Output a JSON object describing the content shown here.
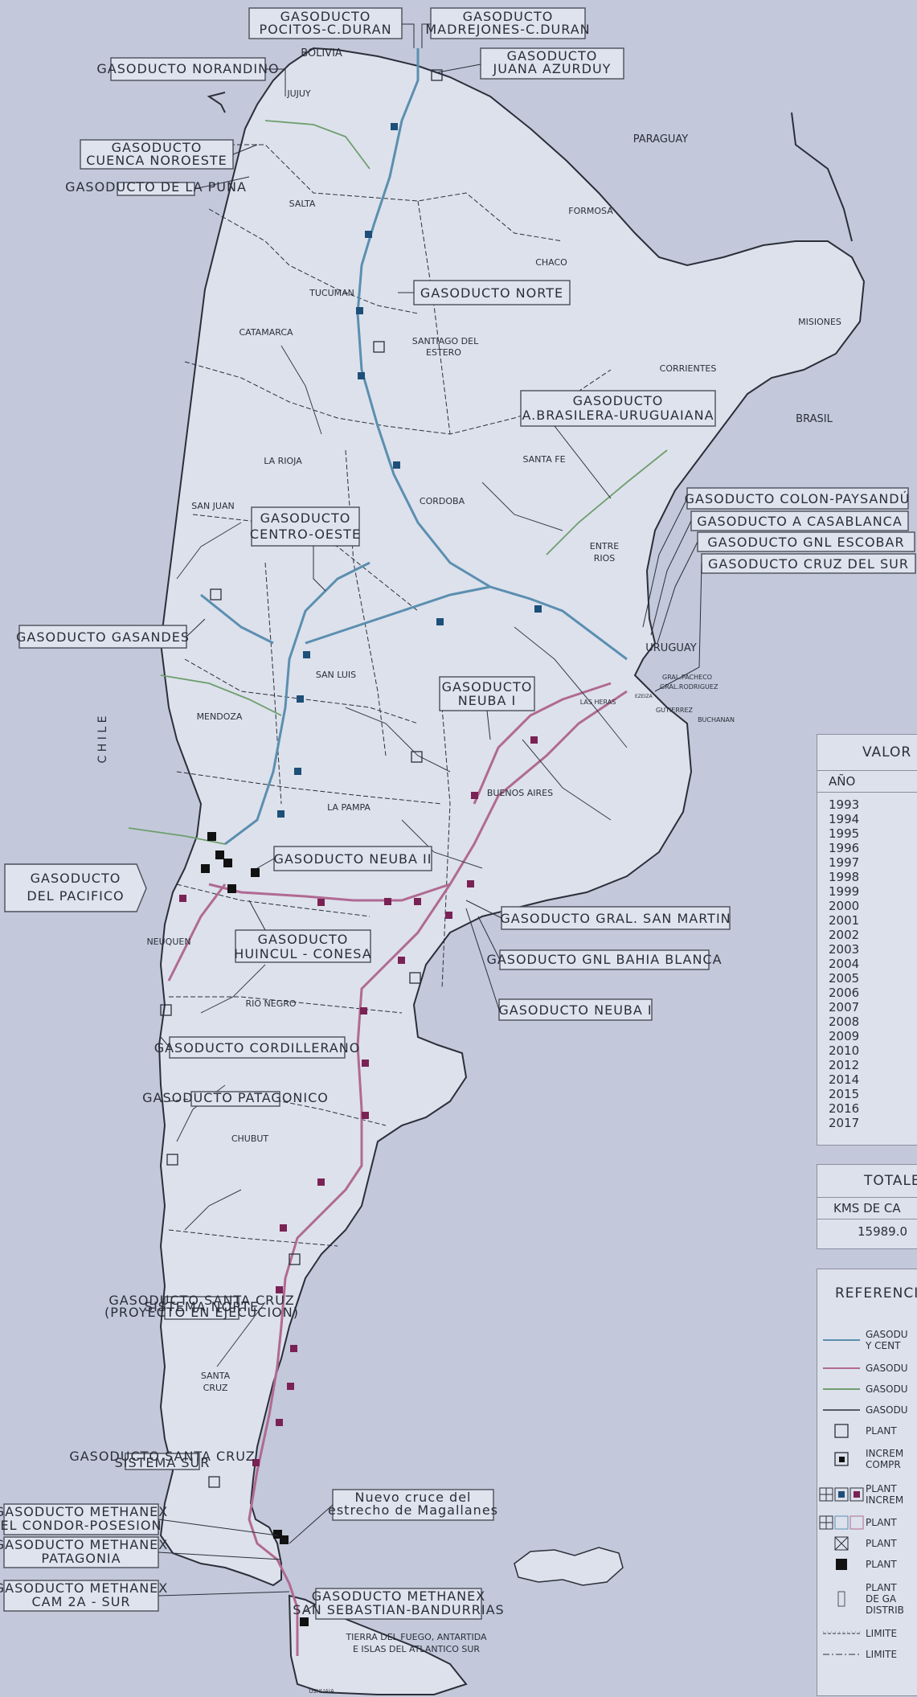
{
  "colors": {
    "background": "#c3c9da",
    "land": "#dde1ec",
    "border": "#2a2f3a",
    "pipeline_blue": "#5b8fb0",
    "pipeline_pink": "#b06a92",
    "pipeline_green": "#6e9e6e",
    "plant_blue": "#1d4f78",
    "plant_magenta": "#7a2255"
  },
  "countries": {
    "bolivia": "BOLIVIA",
    "paraguay": "PARAGUAY",
    "brasil": "BRASIL",
    "uruguay": "URUGUAY",
    "chile": "C H I L E"
  },
  "provinces": {
    "jujuy": "JUJUY",
    "salta": "SALTA",
    "formosa": "FORMOSA",
    "chaco": "CHACO",
    "tucuman": "TUCUMAN",
    "catamarca": "CATAMARCA",
    "santiago_1": "SANTIAGO DEL",
    "santiago_2": "ESTERO",
    "misiones": "MISIONES",
    "corrientes": "CORRIENTES",
    "la_rioja": "LA RIOJA",
    "santa_fe": "SANTA FE",
    "san_juan": "SAN JUAN",
    "cordoba": "CORDOBA",
    "entre_rios_1": "ENTRE",
    "entre_rios_2": "RIOS",
    "san_luis": "SAN LUIS",
    "mendoza": "MENDOZA",
    "la_pampa": "LA PAMPA",
    "buenos_aires": "BUENOS AIRES",
    "neuquen": "NEUQUEN",
    "rio_negro": "RIO NEGRO",
    "chubut": "CHUBUT",
    "santa_cruz_1": "SANTA",
    "santa_cruz_2": "CRUZ",
    "tierra_1": "TIERRA DEL FUEGO, ANTARTIDA",
    "tierra_2": "E ISLAS DEL ATLANTICO SUR",
    "ushuaia": "USHUAIA"
  },
  "places": {
    "gral_pacheco": "GRAL.PACHECO",
    "gral_rodriguez": "GRAL.RODRIGUEZ",
    "las_heras": "LAS HERAS",
    "gutierrez": "GUTIERREZ",
    "buchanan": "BUCHANAN",
    "ezeiza": "EZEIZA"
  },
  "pipelines": {
    "pocitos_1": "GASODUCTO",
    "pocitos_2": "POCITOS-C.DURAN",
    "madrejones_1": "GASODUCTO",
    "madrejones_2": "MADREJONES-C.DURAN",
    "juana_1": "GASODUCTO",
    "juana_2": "JUANA AZURDUY",
    "norandino": "GASODUCTO  NORANDINO",
    "cuenca_1": "GASODUCTO",
    "cuenca_2": "CUENCA NOROESTE",
    "puna": "GASODUCTO DE LA PUNA",
    "norte": "GASODUCTO  NORTE",
    "brasilera_1": "GASODUCTO",
    "brasilera_2": "A.BRASILERA-URUGUAIANA",
    "colon": "GASODUCTO  COLON-PAYSANDÚ",
    "casablanca": "GASODUCTO  A  CASABLANCA",
    "escobar": "GASODUCTO  GNL  ESCOBAR",
    "cruz_del_sur": "GASODUCTO  CRUZ  DEL  SUR",
    "centro_oeste_1": "GASODUCTO",
    "centro_oeste_2": "CENTRO-OESTE",
    "gasandes": "GASODUCTO  GASANDES",
    "neuba1_top_1": "GASODUCTO",
    "neuba1_top_2": "NEUBA  I",
    "neuba2": "GASODUCTO  NEUBA  II",
    "pacifico_1": "GASODUCTO",
    "pacifico_2": "DEL  PACIFICO",
    "gral_san_martin": "GASODUCTO  GRAL. SAN  MARTIN",
    "huincul_1": "GASODUCTO",
    "huincul_2": "HUINCUL  -  CONESA",
    "gnl_bahia": "GASODUCTO  GNL  BAHIA  BLANCA",
    "neuba1_bottom": "GASODUCTO  NEUBA  I",
    "cordillerano": "GASODUCTO  CORDILLERANO",
    "patagonico": "GASODUCTO PATAGONICO",
    "santa_cruz_norte_1": "GASODUCTO SANTA CRUZ",
    "santa_cruz_norte_2": "SISTEMA NORTE",
    "santa_cruz_norte_3": "(PROYECTO EN EJECUCION)",
    "santa_cruz_sur_1": "GASODUCTO SANTA CRUZ",
    "santa_cruz_sur_2": "SISTEMA SUR",
    "methanex_condor_1": "GASODUCTO  METHANEX",
    "methanex_condor_2": "EL  CONDOR-POSESION",
    "methanex_patagonia_1": "GASODUCTO  METHANEX",
    "methanex_patagonia_2": "PATAGONIA",
    "methanex_cam_1": "GASODUCTO  METHANEX",
    "methanex_cam_2": "CAM  2A  -  SUR",
    "methanex_sanseb_1": "GASODUCTO  METHANEX",
    "methanex_sanseb_2": "SAN SEBASTIAN-BANDURRIAS",
    "magallanes_1": "Nuevo  cruce  del",
    "magallanes_2": "estrecho  de  Magallanes"
  },
  "valor_table": {
    "title": "VALOR",
    "year_header": "AÑO",
    "years": [
      "1993",
      "1994",
      "1995",
      "1996",
      "1997",
      "1998",
      "1999",
      "2000",
      "2001",
      "2002",
      "2003",
      "2004",
      "2005",
      "2006",
      "2007",
      "2008",
      "2009",
      "2010",
      "2012",
      "2014",
      "2015",
      "2016",
      "2017"
    ]
  },
  "totals": {
    "title": "TOTALE",
    "header": "KMS  DE  CA",
    "value": "15989.0"
  },
  "references": {
    "title": "REFERENCIA",
    "items": [
      {
        "line1": "GASODU",
        "line2": "Y CENT"
      },
      {
        "line1": "GASODU",
        "line2": ""
      },
      {
        "line1": "GASODU",
        "line2": ""
      },
      {
        "line1": "GASODU",
        "line2": ""
      },
      {
        "line1": "PLANT",
        "line2": ""
      },
      {
        "line1": "INCREM",
        "line2": "COMPR"
      },
      {
        "line1": "PLANT",
        "line2": "INCREM"
      },
      {
        "line1": "PLANT",
        "line2": ""
      },
      {
        "line1": "PLANT",
        "line2": ""
      },
      {
        "line1": "PLANT",
        "line2": ""
      },
      {
        "line1": "PLANT",
        "line2": "DE GA"
      },
      {
        "line1": "LIMITE",
        "line2": ""
      },
      {
        "line1": "LIMITE",
        "line2": ""
      }
    ],
    "extra_line": "DISTRIB"
  }
}
